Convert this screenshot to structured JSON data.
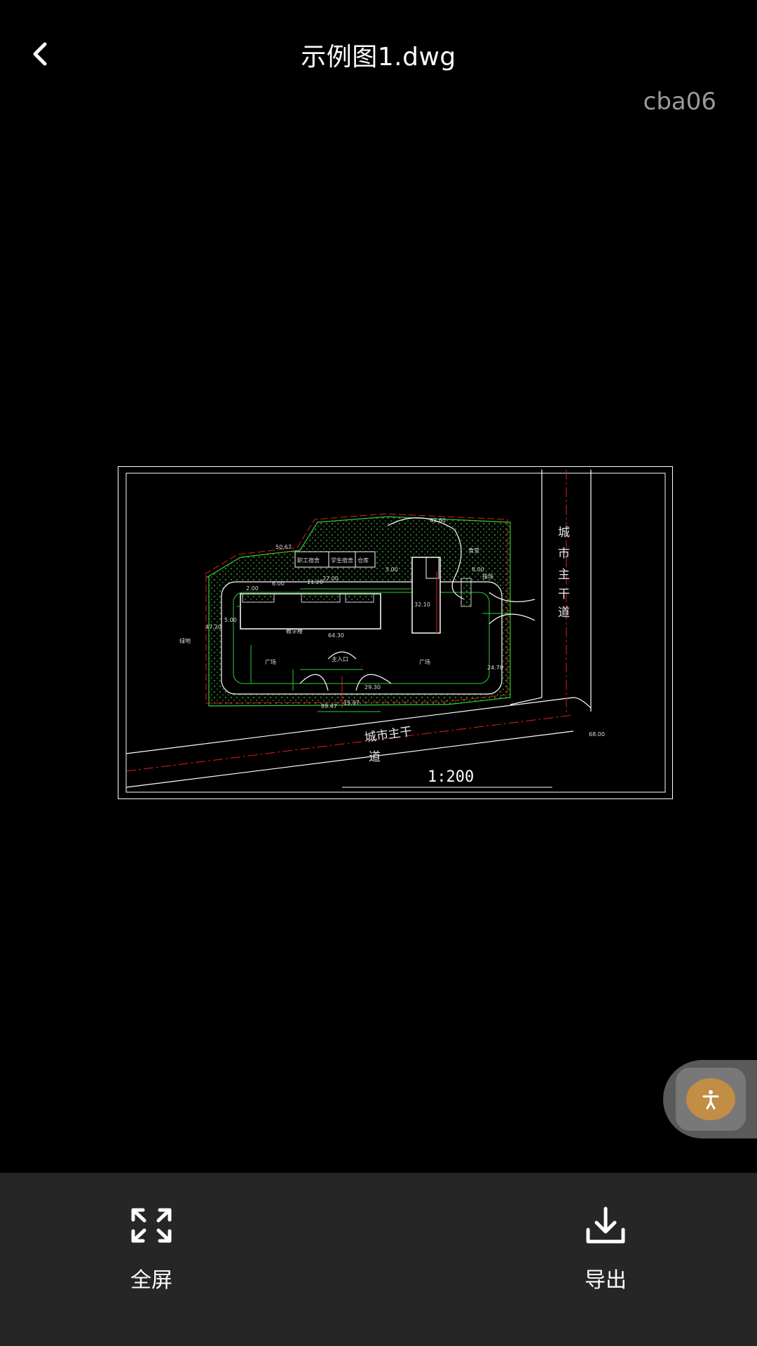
{
  "header": {
    "title": "示例图1.dwg",
    "user_tag": "cba06"
  },
  "drawing": {
    "scale_label": "1:200",
    "road_labels": [
      "城市主干",
      "道"
    ],
    "side_road_label": [
      "城",
      "市",
      "主",
      "干",
      "道"
    ],
    "building_labels": [
      "教学楼",
      "广场",
      "广场",
      "主入口",
      "职工宿舍",
      "学生宿舍",
      "仓库",
      "食堂",
      "绿地",
      "操场"
    ],
    "dimensions": [
      "50.67",
      "42.60",
      "27.00",
      "2.00",
      "6.00",
      "5.00",
      "11.20",
      "64.30",
      "32.10",
      "8.00",
      "5.00",
      "15.07",
      "89.47",
      "68.00",
      "24.70",
      "29.30",
      "47.20"
    ],
    "colors": {
      "frame": "#ffffff",
      "green_line": "#33cc33",
      "red_line": "#e02020",
      "hatch": "#2a7a2a"
    }
  },
  "bottom_bar": {
    "fullscreen_label": "全屏",
    "export_label": "导出"
  },
  "float_button": {
    "icon": "accessibility-icon"
  }
}
